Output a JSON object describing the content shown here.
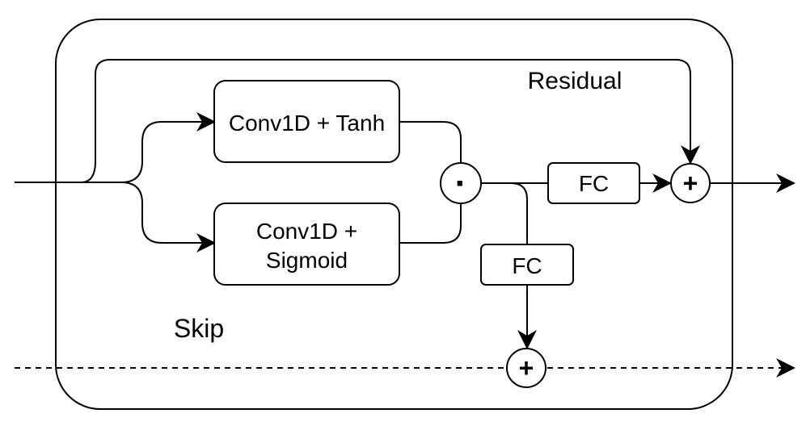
{
  "nodes": {
    "conv_tanh": "Conv1D + Tanh",
    "conv_sigmoid_line1": "Conv1D +",
    "conv_sigmoid_line2": "Sigmoid",
    "fc_residual": "FC",
    "fc_skip": "FC",
    "multiply_symbol": "·",
    "add_residual_symbol": "+",
    "add_skip_symbol": "+"
  },
  "labels": {
    "residual": "Residual",
    "skip": "Skip"
  }
}
